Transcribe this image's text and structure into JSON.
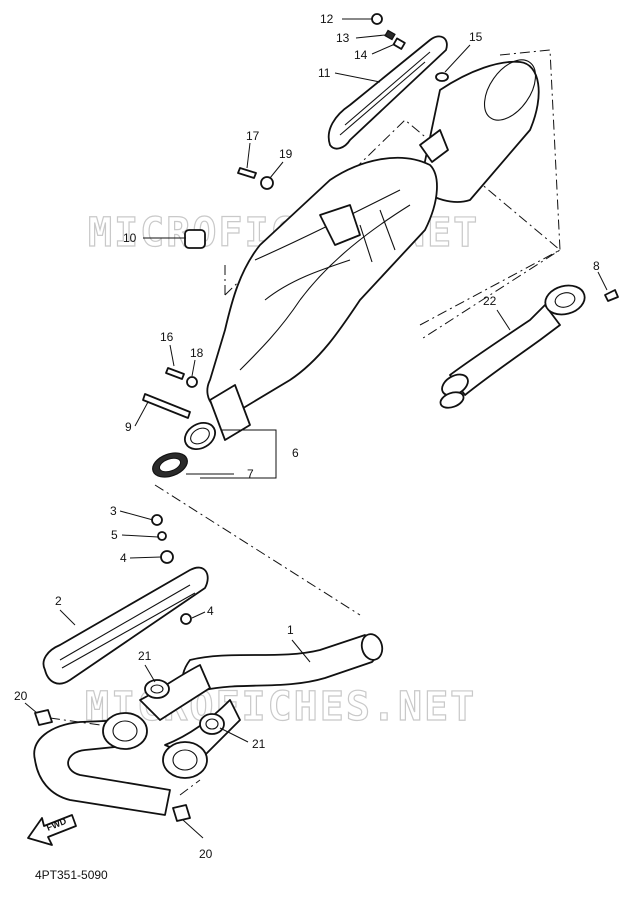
{
  "watermark": "MICROFICHES.NET",
  "diagram_code": "4PT351-5090",
  "fwd_label": "FWD",
  "callouts": {
    "c1": "1",
    "c2": "2",
    "c3": "3",
    "c4a": "4",
    "c4b": "4",
    "c5": "5",
    "c6": "6",
    "c7": "7",
    "c8": "8",
    "c9": "9",
    "c10": "10",
    "c11": "11",
    "c12": "12",
    "c13": "13",
    "c14": "14",
    "c15": "15",
    "c16": "16",
    "c17": "17",
    "c18": "18",
    "c19": "19",
    "c20a": "20",
    "c20b": "20",
    "c21a": "21",
    "c21b": "21",
    "c22": "22"
  }
}
